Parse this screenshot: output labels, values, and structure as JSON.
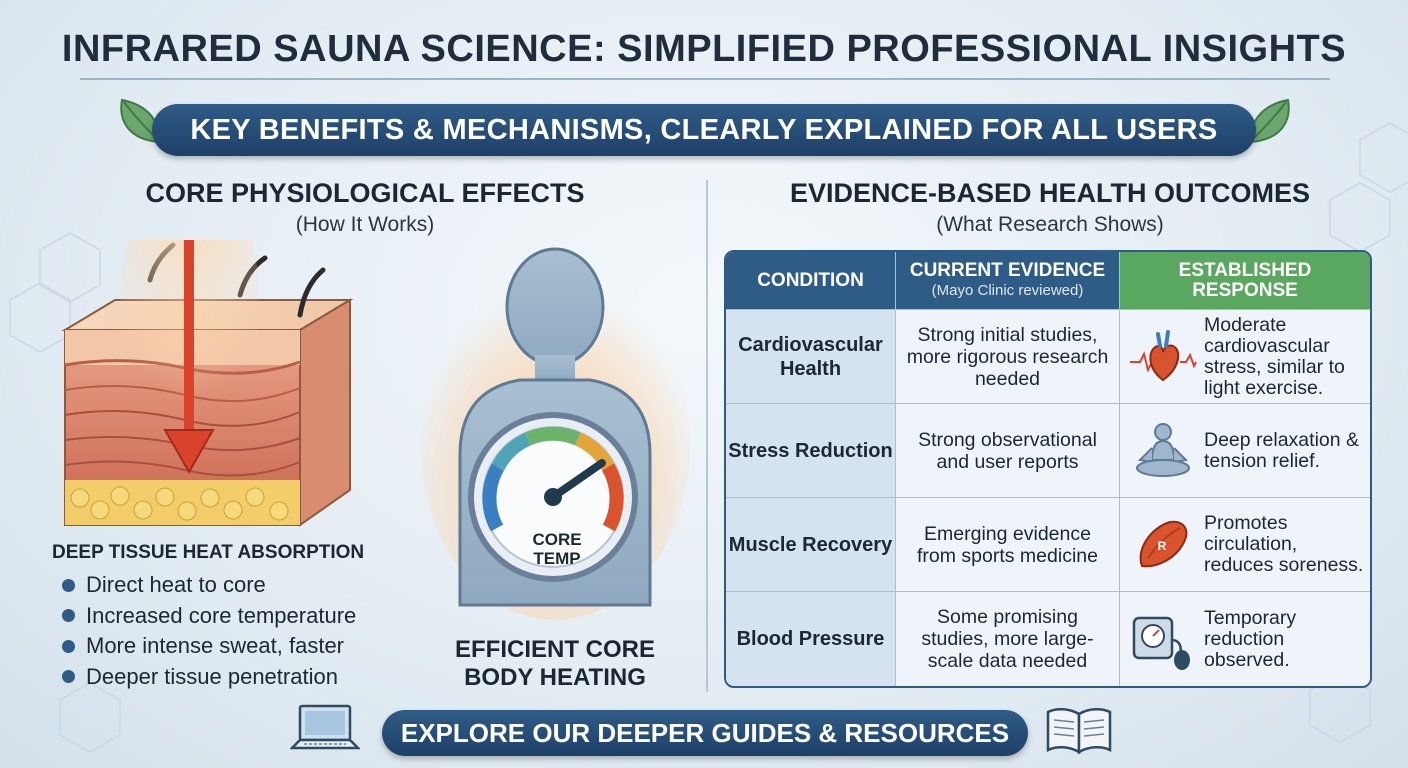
{
  "title": "INFRARED SAUNA SCIENCE: SIMPLIFIED PROFESSIONAL INSIGHTS",
  "banner": "KEY BENEFITS & MECHANISMS, CLEARLY EXPLAINED FOR ALL USERS",
  "left": {
    "heading": "CORE PHYSIOLOGICAL EFFECTS",
    "subheading": "(How It Works)",
    "tissue_caption": "DEEP TISSUE HEAT ABSORPTION",
    "bullets": [
      "Direct heat to core",
      "Increased core temperature",
      "More intense sweat, faster",
      "Deeper tissue penetration"
    ],
    "gauge_label_1": "CORE",
    "gauge_label_2": "TEMP",
    "body_caption": "EFFICIENT CORE BODY HEATING"
  },
  "right": {
    "heading": "EVIDENCE-BASED HEALTH OUTCOMES",
    "subheading": "(What Research Shows)",
    "table": {
      "col1": "CONDITION",
      "col2": "CURRENT EVIDENCE",
      "col2_sub": "(Mayo Clinic reviewed)",
      "col3_line1": "ESTABLISHED",
      "col3_line2": "RESPONSE",
      "rows": [
        {
          "condition": "Cardiovascular Health",
          "evidence": "Strong initial studies, more rigorous research needed",
          "response": "Moderate cardiovascular stress, similar to light exercise.",
          "icon": "heart-icon"
        },
        {
          "condition": "Stress Reduction",
          "evidence": "Strong observational and user reports",
          "response": "Deep relaxation & tension relief.",
          "icon": "meditation-icon"
        },
        {
          "condition": "Muscle Recovery",
          "evidence": "Emerging evidence from sports medicine",
          "response": "Promotes circulation, reduces soreness.",
          "icon": "muscle-icon"
        },
        {
          "condition": "Blood Pressure",
          "evidence": "Some promising studies, more large-scale data needed",
          "response": "Temporary reduction observed.",
          "icon": "blood-pressure-cuff-icon"
        }
      ],
      "muscle_icon_letter": "R"
    }
  },
  "cta": "EXPLORE OUR DEEPER GUIDES & RESOURCES",
  "colors": {
    "primary": "#2f5c87",
    "accent_green": "#5aa85f",
    "heat_red": "#d9432c"
  }
}
